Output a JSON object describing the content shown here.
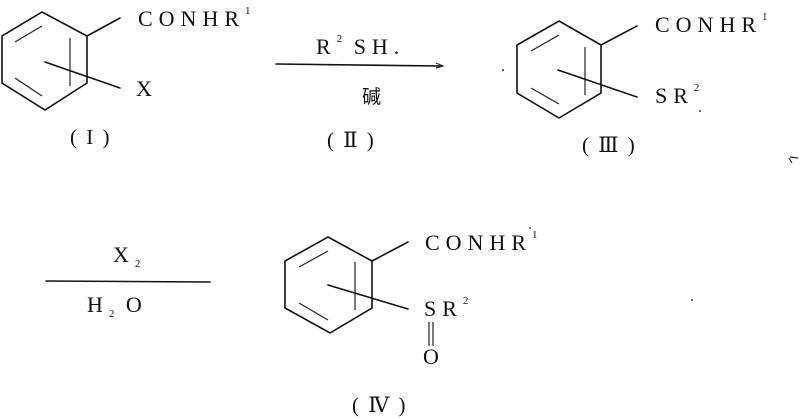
{
  "scheme": {
    "compounds": [
      {
        "id": "I",
        "label": "( I )",
        "group1": "CONHR",
        "group1_sup": "1",
        "group2": "X",
        "group2_sup": ""
      },
      {
        "id": "III",
        "label": "( Ⅲ )",
        "group1": "CONHR",
        "group1_sup": "1",
        "group2": "SR",
        "group2_sup": "2"
      },
      {
        "id": "IV",
        "label": "( Ⅳ )",
        "group1": "CONHR",
        "group1_sup": "1",
        "group2": "SR",
        "group2_sup": "2",
        "oxide": "O"
      }
    ],
    "arrow1": {
      "reagent_top": "R",
      "reagent_top_sup": "2",
      "reagent_top_rest": "SH.",
      "reagent_bottom": "碱",
      "reagent_label": "( Ⅱ )"
    },
    "arrow2": {
      "reagent_top": "X",
      "reagent_top_sub": "2",
      "reagent_bottom_a": "H",
      "reagent_bottom_sub": "2",
      "reagent_bottom_b": "O"
    }
  },
  "colors": {
    "ink": "#111111",
    "background": "#ffffff"
  }
}
